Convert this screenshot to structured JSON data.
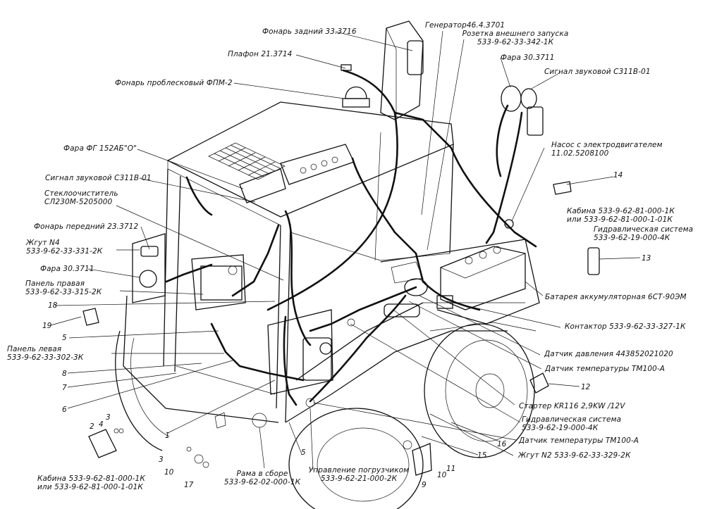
{
  "labels": {
    "rear_lamp": "Фонарь задний 33.3716",
    "generator": "Генератор46.4.3701",
    "ext_socket_1": "Розетка внешнего запуска",
    "ext_socket_2": "533-9-62-33-342-1К",
    "ceiling_lamp": "Плафон 21.3714",
    "headlamp_top": "Фара 30.3711",
    "horn_right": "Сигнал звуковой С311В-01",
    "beacon": "Фонарь проблесковый ФПМ-2",
    "fog_lamp": "Фара ФГ 152АБ\"О\"",
    "pump_1": "Насос с электродвигателем",
    "pump_2": "11.02.5208100",
    "horn_left": "Сигнал звуковой С311В-01",
    "wiper_1": "Стеклоочиститель",
    "wiper_2": "СЛ230М-5205000",
    "cab_top_1": "Кабина 533-9-62-81-000-1К",
    "cab_top_2": "или 533-9-62-81-000-1-01К",
    "hydraulic_top_1": "Гидравлическая система",
    "hydraulic_top_2": "533-9-62-19-000-4К",
    "front_lamp": "Фонарь передний 23.3712",
    "harness4_1": "Жгут N4",
    "harness4_2": "533-9-62-33-331-2К",
    "headlamp_left": "Фара 30.3711",
    "panel_right_1": "Панель правая",
    "panel_right_2": "533-9-62-33-315-2К",
    "battery": "Батарея аккумуляторная 6СТ-90ЭМ",
    "contactor": "Контактор 533-9-62-33-327-1К",
    "panel_left_1": "Панель левая",
    "panel_left_2": "533-9-62-33-302-3К",
    "pressure_sensor": "Датчик давления 443852021020",
    "temp_sensor_1": "Датчик температуры ТМ100-А",
    "starter": "Стартер KR116 2,9KW /12V",
    "hydraulic_bottom_1": "Гидравлическая система",
    "hydraulic_bottom_2": "533-9-62-19-000-4К",
    "temp_sensor_2": "Датчик температуры ТМ100-А",
    "harness2": "Жгут N2 533-9-62-33-329-2К",
    "frame_1": "Рама в сборе",
    "frame_2": "533-9-62-02-000-1К",
    "loader_ctrl_1": "Управление погрузчиком",
    "loader_ctrl_2": "533-9-62-21-000-2К",
    "cab_bottom_1": "Кабина 533-9-62-81-000-1К",
    "cab_bottom_2": "или 533-9-62-81-000-1-01К"
  },
  "callouts": {
    "n14": "14",
    "n13": "13",
    "n18": "18",
    "n19": "19",
    "n5a": "5",
    "n8": "8",
    "n7": "7",
    "n6": "6",
    "n12": "12",
    "n16": "16",
    "n15": "15",
    "n3a": "3",
    "n4a": "4",
    "n2": "2",
    "n1": "1",
    "n3b": "3",
    "n10a": "10",
    "n17": "17",
    "n5b": "5",
    "n9": "9",
    "n10b": "10",
    "n11": "11"
  }
}
